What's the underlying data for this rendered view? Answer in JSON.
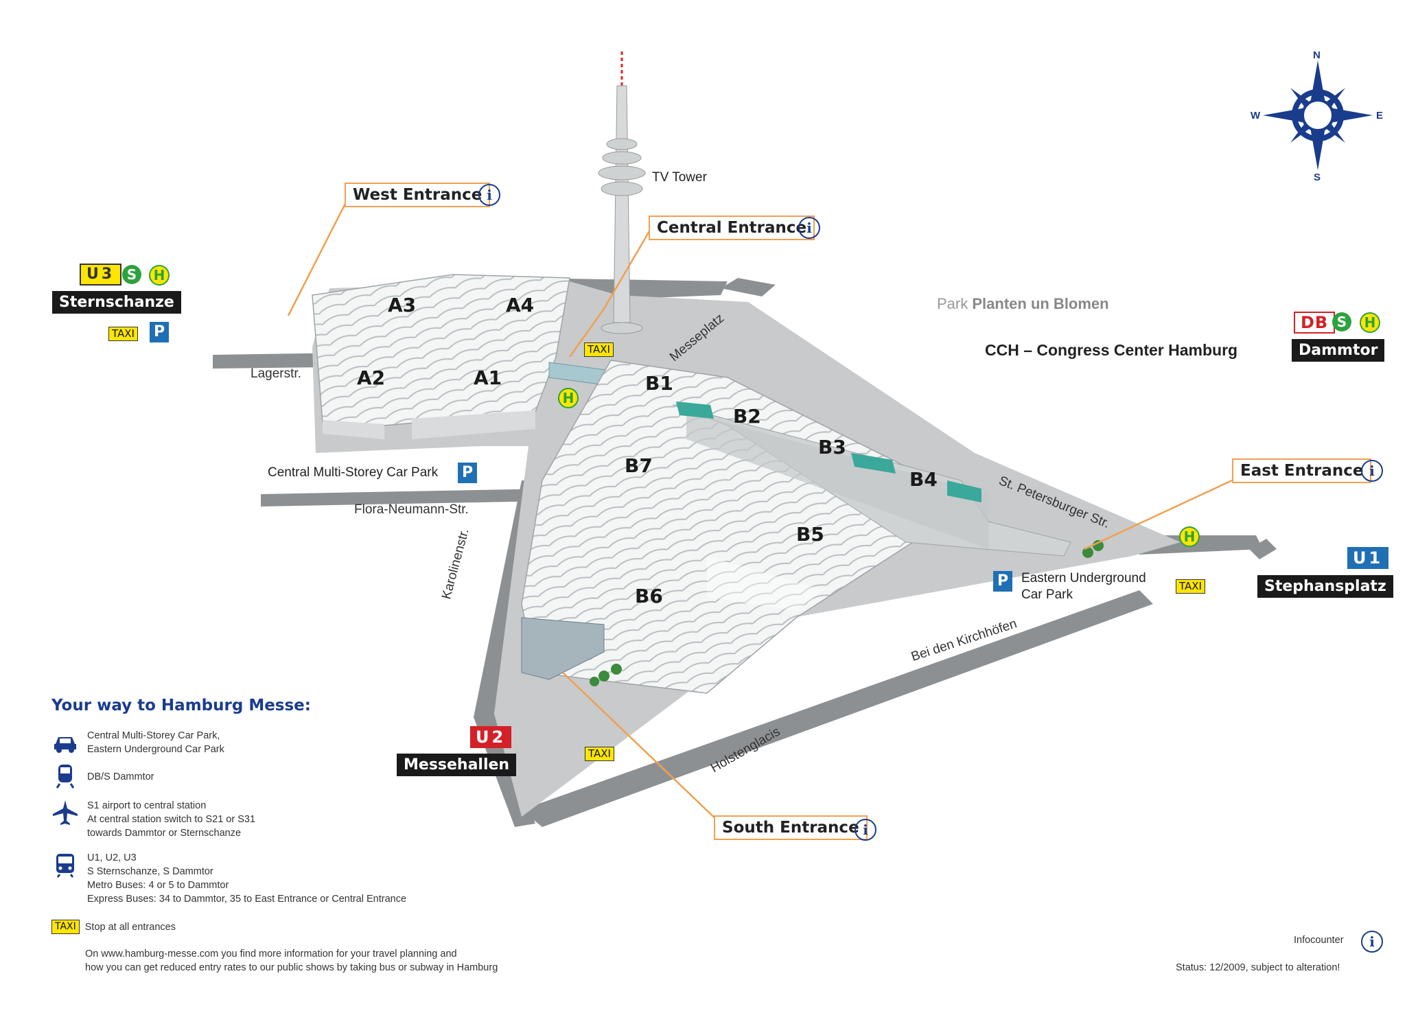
{
  "halls": {
    "a1": "A1",
    "a2": "A2",
    "a3": "A3",
    "a4": "A4",
    "b1": "B1",
    "b2": "B2",
    "b3": "B3",
    "b4": "B4",
    "b5": "B5",
    "b6": "B6",
    "b7": "B7"
  },
  "entrances": {
    "west": "West Entrance",
    "central": "Central Entrance",
    "east": "East Entrance",
    "south": "South Entrance",
    "info_glyph": "i"
  },
  "landmarks": {
    "tv_tower": "TV Tower",
    "park_prefix": "Park",
    "park_name": "Planten un Blomen",
    "cch": "CCH – Congress Center Hamburg",
    "central_car_park": "Central Multi-Storey Car Park",
    "eastern_car_park_line1": "Eastern Underground",
    "eastern_car_park_line2": "Car Park"
  },
  "streets": {
    "lagerstr": "Lagerstr.",
    "flora": "Flora-Neumann-Str.",
    "karolinen": "Karolinenstr.",
    "messeplatz": "Messeplatz",
    "st_petersburger": "St. Petersburger Str.",
    "kirchhoefen": "Bei den Kirchhöfen",
    "holstenglacis": "Holstenglacis"
  },
  "stations": {
    "sternschanze": "Sternschanze",
    "dammtor": "Dammtor",
    "stephansplatz": "Stephansplatz",
    "messehallen": "Messehallen"
  },
  "transit_symbols": {
    "u3": "U3",
    "u1": "U1",
    "u2": "U2",
    "s": "S",
    "h": "H",
    "db": "DB",
    "p": "P",
    "taxi": "TAXI"
  },
  "compass": {
    "n": "N",
    "s": "S",
    "e": "E",
    "w": "W"
  },
  "legend": {
    "title": "Your way to Hamburg Messe:",
    "car": "Central Multi-Storey Car Park,\nEastern Underground Car Park",
    "train": "DB/S Dammtor",
    "plane": "S1 airport to central station\nAt central station switch to S21 or S31\ntowards Dammtor or Sternschanze",
    "public": "U1, U2, U3\nS Sternschanze, S Dammtor\nMetro Buses: 4 or 5 to Dammtor\nExpress Buses: 34 to Dammtor, 35 to East Entrance or Central Entrance",
    "taxi": "Stop at all entrances",
    "footer": "On www.hamburg-messe.com you find more information for your travel planning and\nhow you can get reduced entry rates to our public shows by taking bus or subway in Hamburg"
  },
  "infocounter": "Infocounter",
  "status": "Status: 12/2009, subject to alteration!",
  "colors": {
    "brand_blue": "#1a3c8c",
    "entrance_orange": "#f0a050",
    "taxi_yellow": "#ffe600",
    "s_green": "#2aa33c",
    "u_red": "#d42027",
    "u_blue": "#1f6fb5"
  }
}
